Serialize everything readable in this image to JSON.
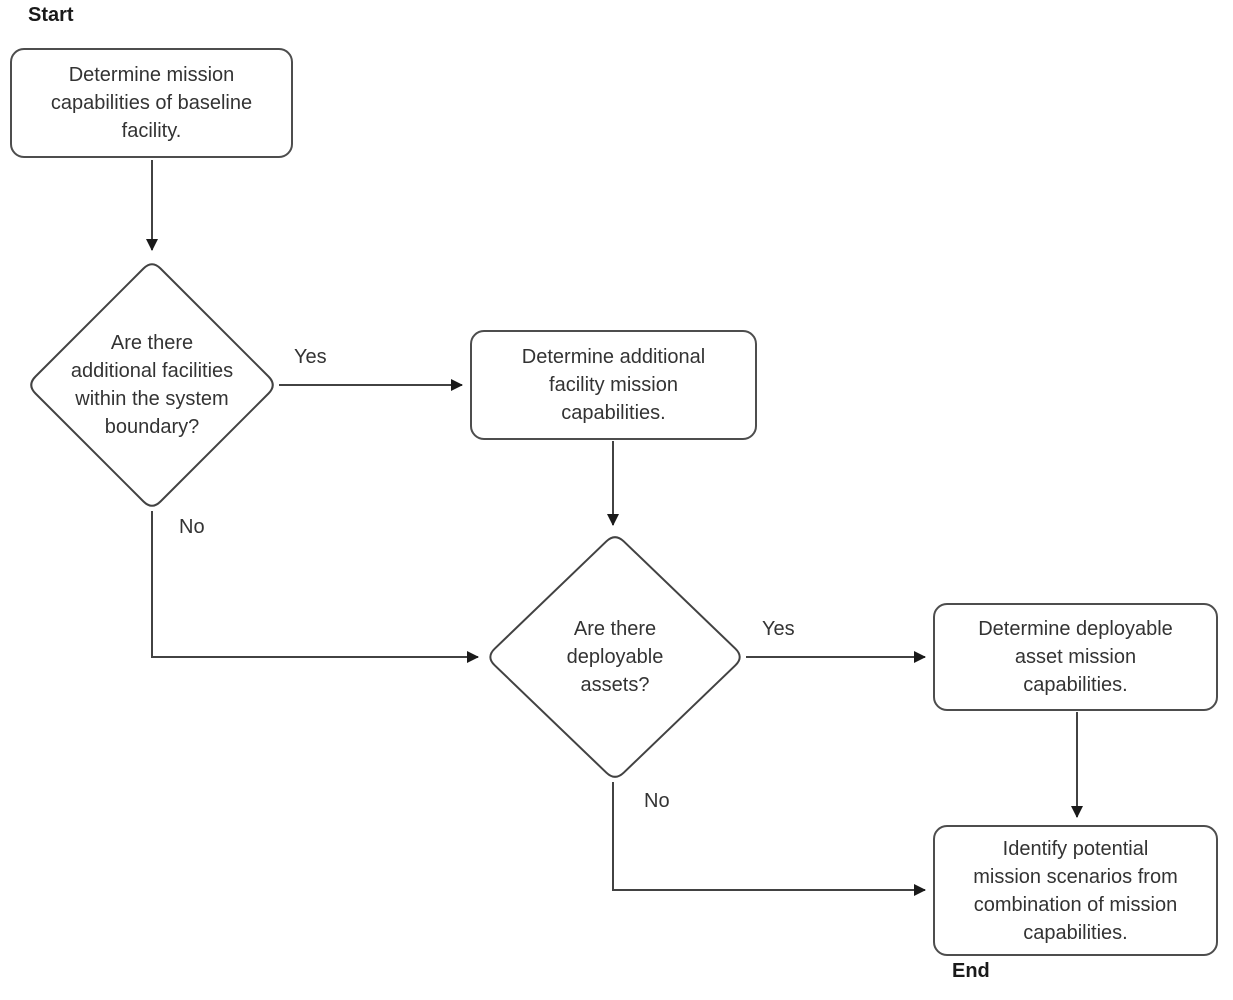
{
  "labels": {
    "start": "Start",
    "end": "End"
  },
  "nodes": {
    "baseline_facility": {
      "type": "process",
      "text": "Determine mission\ncapabilities of baseline\nfacility."
    },
    "additional_facilities_decision": {
      "type": "decision",
      "text": "Are there\nadditional facilities\nwithin the system\nboundary?"
    },
    "additional_facility_capabilities": {
      "type": "process",
      "text": "Determine additional\nfacility mission\ncapabilities."
    },
    "deployable_assets_decision": {
      "type": "decision",
      "text": "Are there\ndeployable\nassets?"
    },
    "deployable_asset_capabilities": {
      "type": "process",
      "text": "Determine deployable\nasset mission\ncapabilities."
    },
    "identify_mission_scenarios": {
      "type": "process",
      "text": "Identify potential\nmission scenarios from\ncombination of mission\ncapabilities."
    }
  },
  "edges": {
    "facilities_yes_label": "Yes",
    "facilities_no_label": "No",
    "assets_yes_label": "Yes",
    "assets_no_label": "No"
  },
  "colors": {
    "node_border": "#4d4d4d",
    "connector": "#424242",
    "text": "#333333",
    "background": "#ffffff"
  }
}
